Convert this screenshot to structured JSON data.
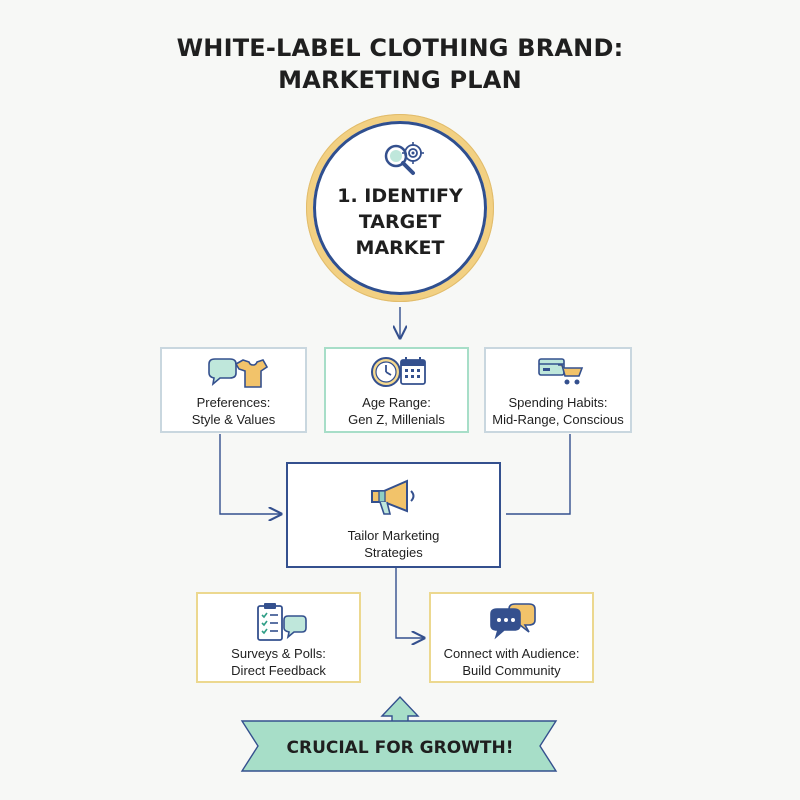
{
  "title": {
    "line1": "WHITE-LABEL CLOTHING BRAND:",
    "line2": "MARKETING PLAN"
  },
  "main_step": {
    "line1": "1. IDENTIFY",
    "line2": "TARGET",
    "line3": "MARKET",
    "icon": "search-target-icon"
  },
  "targets": [
    {
      "line1": "Preferences:",
      "line2": "Style & Values",
      "icon": "chat-shirt-icon"
    },
    {
      "line1": "Age Range:",
      "line2": "Gen Z, Millenials",
      "icon": "clock-calendar-icon"
    },
    {
      "line1": "Spending Habits:",
      "line2": "Mid-Range, Conscious",
      "icon": "wallet-cart-icon"
    }
  ],
  "strategy": {
    "line1": "Tailor Marketing",
    "line2": "Strategies",
    "icon": "megaphone-icon"
  },
  "actions": [
    {
      "line1": "Surveys & Polls:",
      "line2": "Direct Feedback",
      "icon": "clipboard-chat-icon"
    },
    {
      "line1": "Connect with Audience:",
      "line2": "Build Community",
      "icon": "speech-bubbles-icon"
    }
  ],
  "banner": {
    "text": "CRUCIAL FOR GROWTH!",
    "icon": "up-arrow-icon"
  },
  "colors": {
    "accent_navy": "#2f4f8f",
    "accent_gold": "#f2d082",
    "accent_mint": "#a7dec8",
    "accent_blue_gray": "#c9d7df"
  }
}
